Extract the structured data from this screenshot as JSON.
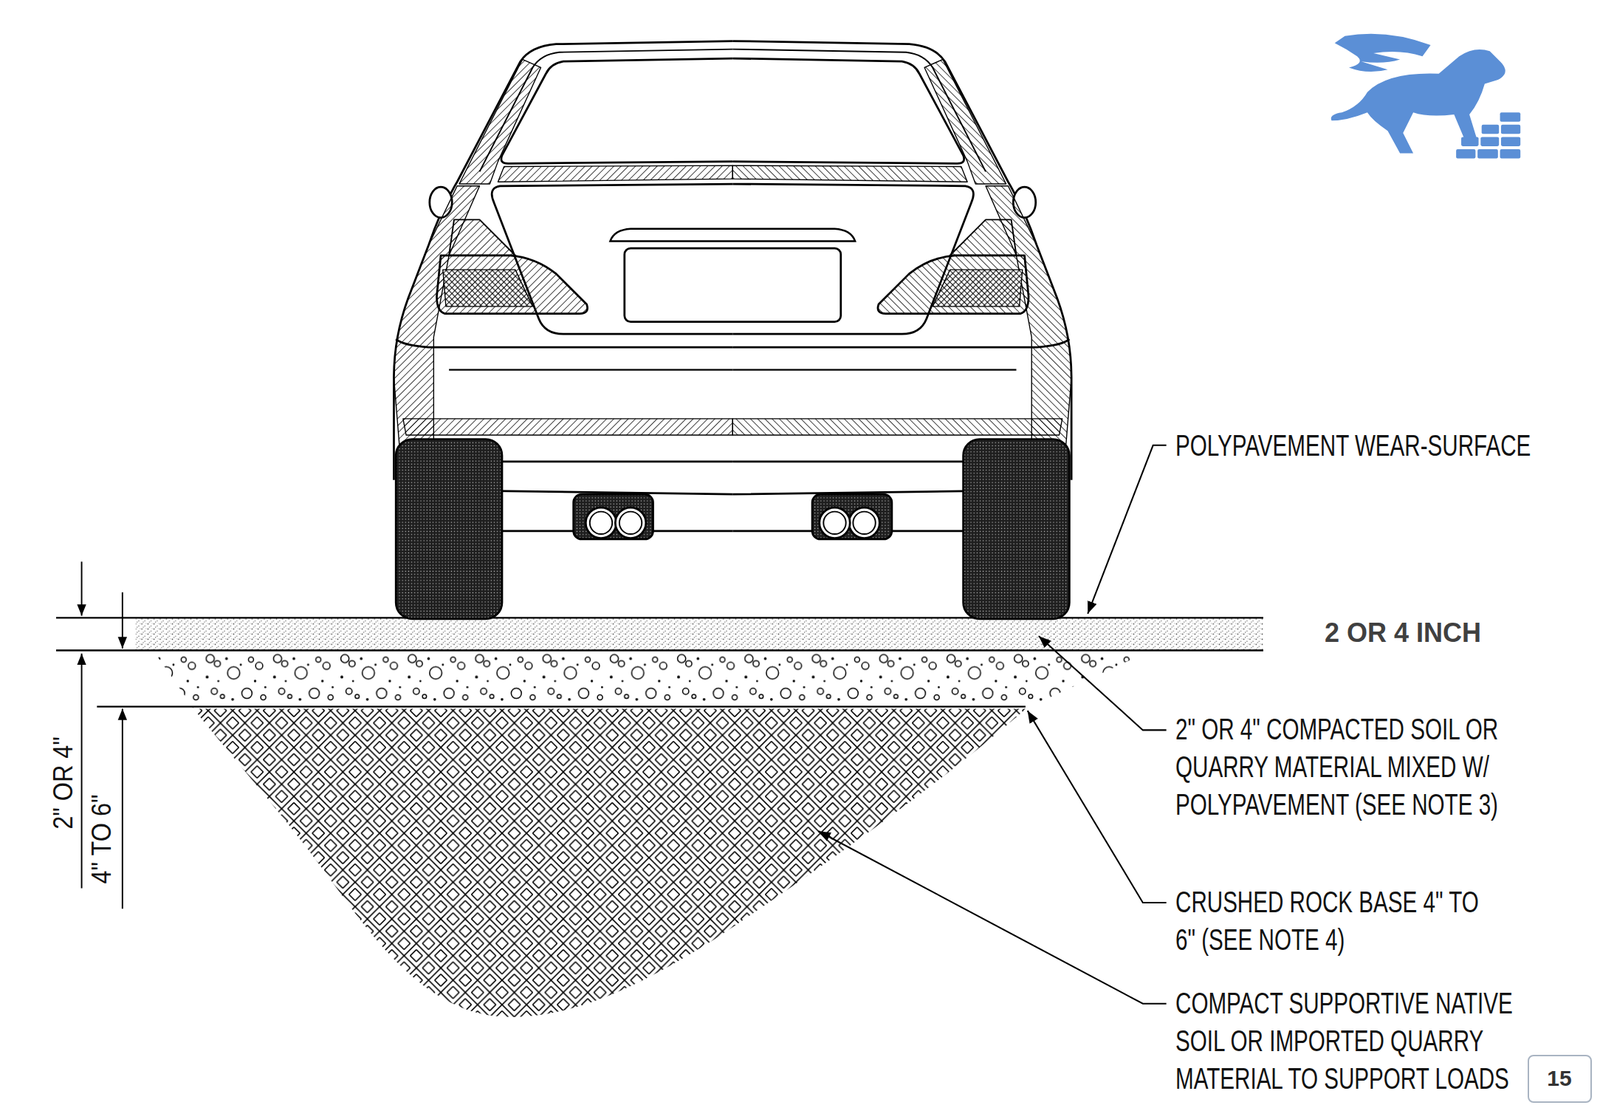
{
  "diagram": {
    "nodes": [
      {
        "text": [
          "15"
        ]
      }
    ],
    "labels": [
      "POLYPAVEMENT WEAR-SURFACE",
      "2 OR 4 INCH",
      "2\" OR 4\" COMPACTED SOIL OR QUARRY MATERIAL MIXED W/ POLYPAVEMENT (SEE NOTE 3)",
      "CRUSHED ROCK BASE 4\" TO 6\" (SEE NOTE 4)",
      "COMPACT SUPPORTIVE NATIVE SOIL OR IMPORTED QUARRY MATERIAL TO SUPPORT LOADS",
      "2\" OR 4\"",
      "4\" TO 6\""
    ]
  }
}
